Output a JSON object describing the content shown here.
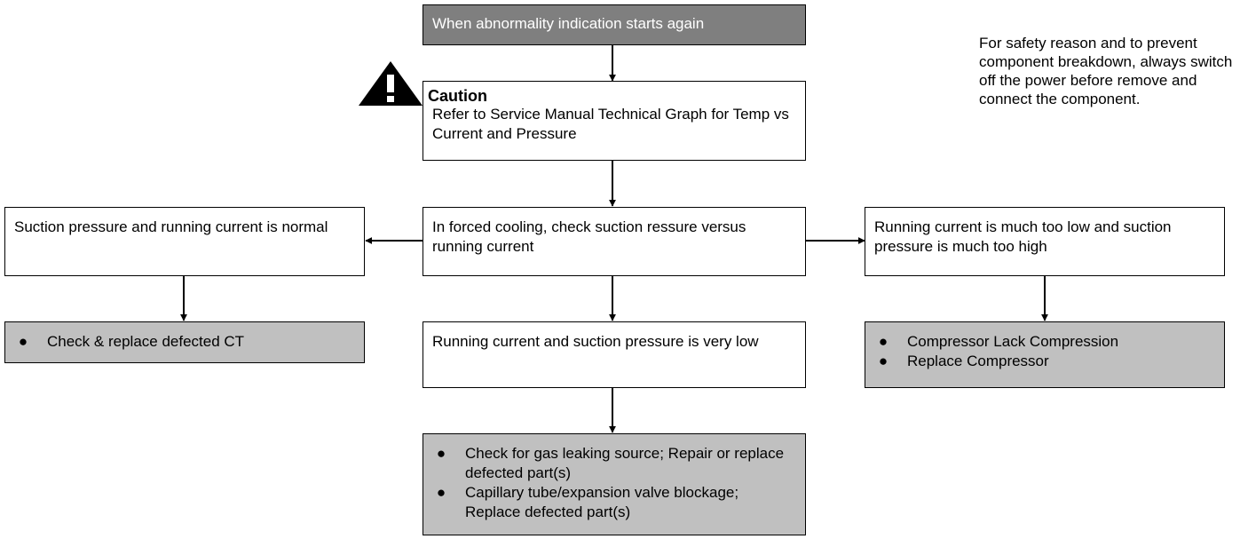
{
  "start": {
    "label": "When abnormality indication starts again"
  },
  "refer": {
    "text": "Refer to Service Manual Technical Graph for Temp vs Current and Pressure"
  },
  "caution": {
    "label": "Caution",
    "icon": "warning-triangle-icon",
    "note": "For safety reason and to prevent component breakdown, always switch off the power before remove and connect the component."
  },
  "check": {
    "text": "In forced cooling, check suction ressure versus running current"
  },
  "normal": {
    "text": "Suction pressure and running current is normal"
  },
  "high": {
    "text": "Running current is much too low and suction pressure is much too high"
  },
  "low": {
    "text": "Running current and suction pressure is very low"
  },
  "result_ct": {
    "items": [
      "Check & replace defected CT"
    ]
  },
  "result_comp": {
    "items": [
      "Compressor Lack Compression",
      "Replace Compressor"
    ]
  },
  "result_gas": {
    "items": [
      "Check for gas leaking source; Repair or replace defected part(s)",
      "Capillary tube/expansion valve blockage; Replace defected part(s)"
    ]
  },
  "bullet": "●",
  "colors": {
    "start_fill": "#7f7f7f",
    "result_fill": "#c0c0c0",
    "line": "#000000"
  }
}
